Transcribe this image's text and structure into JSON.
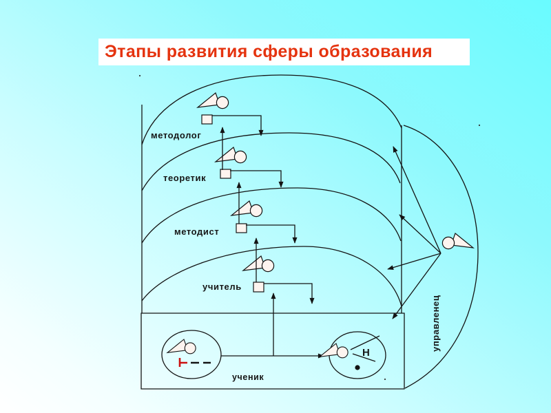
{
  "slide": {
    "title": "Этапы развития сферы образования"
  },
  "colors": {
    "title_text": "#e5330f",
    "title_background": "#ffffff",
    "diagram_line": "#141414",
    "background_top_right": "#69fbff",
    "background_bottom_left": "#ffffff",
    "accent_red_mark": "#cc1111"
  },
  "diagram": {
    "layer_labels": [
      "методолог",
      "теоретик",
      "методист",
      "учитель"
    ],
    "student_label": "ученик",
    "manager_label": "управленец",
    "novelty_letter": "Н"
  }
}
